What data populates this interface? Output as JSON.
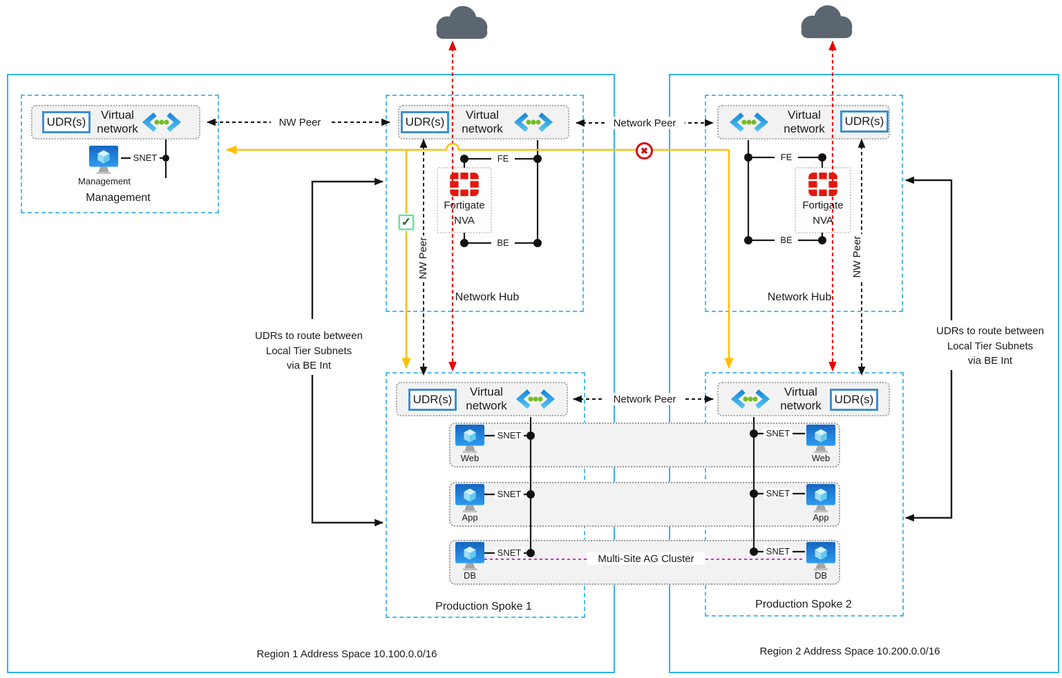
{
  "title": "Multi-Region Hub and Spoke Network Diagram",
  "labels": {
    "udr": "UDR(s)",
    "virtual_network": "Virtual network",
    "snet": "SNET",
    "fe": "FE",
    "be": "BE",
    "nw_peer": "NW Peer",
    "network_peer": "Network Peer",
    "network_hub": "Network Hub",
    "fortigate": "Fortigate",
    "nva": "NVA",
    "management_title": "Management",
    "management_vm": "Management",
    "web": "Web",
    "app": "App",
    "db": "DB",
    "spoke1": "Production Spoke 1",
    "spoke2": "Production Spoke 2",
    "ag_cluster": "Multi-Site AG Cluster",
    "udr_note_1": "UDRs to route between",
    "udr_note_2": "Local Tier Subnets",
    "udr_note_3": "via BE Int",
    "region1": "Region 1 Address Space 10.100.0.0/16",
    "region2": "Region 2 Address Space 10.200.0.0/16",
    "check": "✓",
    "blocked": "✖"
  },
  "icons": {
    "cloud": "internet-cloud",
    "vnet": "virtual-network-chevrons",
    "vm": "azure-vm-monitor",
    "fortigate": "fortigate-red-grid",
    "allowed": "green-checkbox",
    "blocked": "red-circle-x"
  },
  "colors": {
    "region_border": "#2bb4ef",
    "zone_border": "#4dbbf2",
    "route_allowed": "#ffc000",
    "route_internet": "#e60000",
    "peer_line": "#111111",
    "ag_line": "#cc2ccc",
    "cloud": "#5b6670",
    "nva_red": "#e3170d",
    "vnet_green": "#76bc21",
    "udr_border": "#3e8fce"
  }
}
